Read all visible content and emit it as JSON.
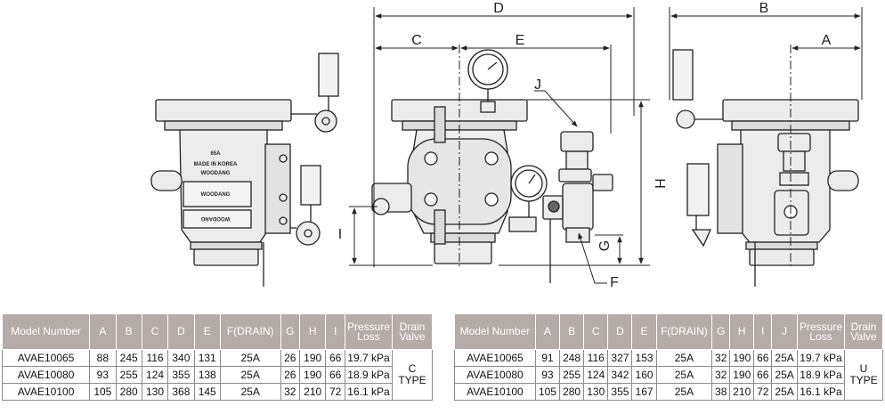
{
  "dimension_labels": {
    "A": "A",
    "B": "B",
    "C": "C",
    "D": "D",
    "E": "E",
    "F": "F",
    "G": "G",
    "H": "H",
    "I": "I",
    "J": "J"
  },
  "valve_markings": {
    "size": "65A",
    "made_in": "MADE IN KOREA",
    "brand": "WOODANG",
    "plate": "WOODANG",
    "plate_mirror": "WOODANG"
  },
  "table_left": {
    "headers": [
      "Model Number",
      "A",
      "B",
      "C",
      "D",
      "E",
      "F(DRAIN)",
      "G",
      "H",
      "I",
      "Pressure Loss",
      "Drain Valve"
    ],
    "rows": [
      [
        "AVAE10065",
        "88",
        "245",
        "116",
        "340",
        "131",
        "25A",
        "26",
        "190",
        "66",
        "19.7 kPa"
      ],
      [
        "AVAE10080",
        "93",
        "255",
        "124",
        "355",
        "138",
        "25A",
        "26",
        "190",
        "66",
        "18.9 kPa"
      ],
      [
        "AVAE10100",
        "105",
        "280",
        "130",
        "368",
        "145",
        "25A",
        "32",
        "210",
        "72",
        "16.1 kPa"
      ]
    ],
    "drain_valve": [
      "C",
      "TYPE"
    ]
  },
  "table_right": {
    "headers": [
      "Model Number",
      "A",
      "B",
      "C",
      "D",
      "E",
      "F(DRAIN)",
      "G",
      "H",
      "I",
      "J",
      "Pressure Loss",
      "Drain Valve"
    ],
    "rows": [
      [
        "AVAE10065",
        "91",
        "248",
        "116",
        "327",
        "153",
        "25A",
        "32",
        "190",
        "66",
        "25A",
        "19.7 kPa"
      ],
      [
        "AVAE10080",
        "93",
        "255",
        "124",
        "342",
        "160",
        "25A",
        "32",
        "190",
        "66",
        "25A",
        "18.9 kPa"
      ],
      [
        "AVAE10100",
        "105",
        "280",
        "130",
        "355",
        "167",
        "25A",
        "38",
        "210",
        "72",
        "25A",
        "16.1 kPa"
      ]
    ],
    "drain_valve": [
      "U",
      "TYPE"
    ]
  }
}
